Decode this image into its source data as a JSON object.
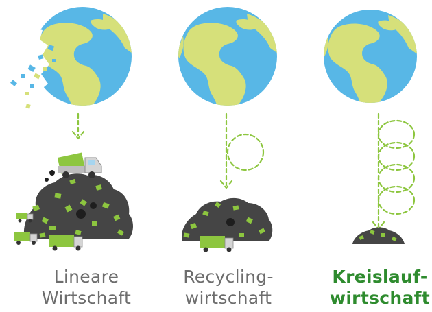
{
  "colors": {
    "ocean": "#58b7e6",
    "land": "#d6e07a",
    "accent_green": "#8dc63f",
    "dark_green": "#2e8b2e",
    "waste": "#454545",
    "caption_gray": "#6d6d6d"
  },
  "icons": [
    "globe-icon",
    "garbage-truck-icon",
    "waste-heap-icon",
    "dashed-arrow-icon",
    "recycling-loop-icon"
  ],
  "columns": [
    {
      "title_line1": "Lineare",
      "title_line2": "Wirtschaft",
      "title_color": "#6d6d6d",
      "recycling_loops": 0
    },
    {
      "title_line1": "Recycling-",
      "title_line2": "wirtschaft",
      "title_color": "#6d6d6d",
      "recycling_loops": 1
    },
    {
      "title_line1": "Kreislauf-",
      "title_line2": "wirtschaft",
      "title_color": "#2e8b2e",
      "recycling_loops": 4
    }
  ]
}
